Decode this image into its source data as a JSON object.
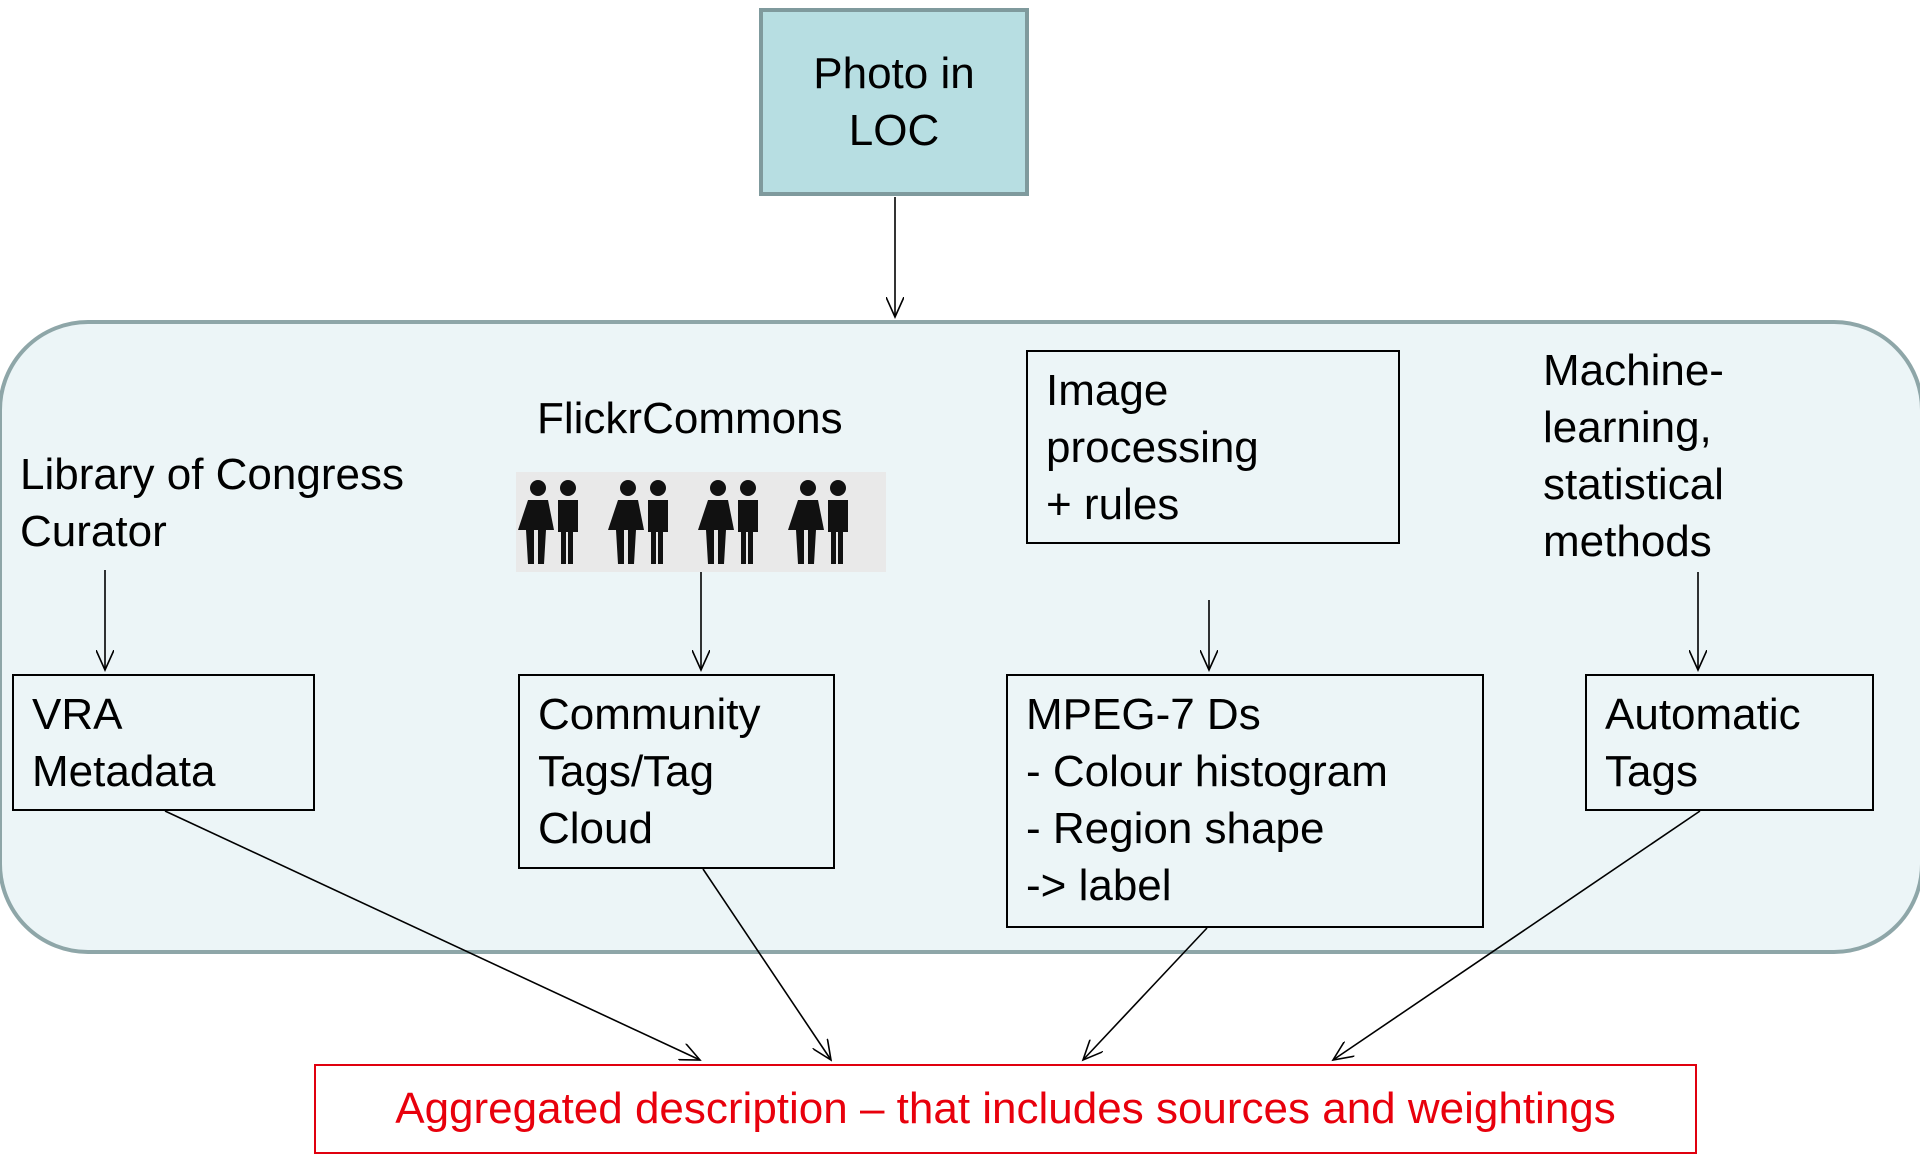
{
  "photo": {
    "label": "Photo in\nLOC"
  },
  "sources": [
    {
      "label": "Library of Congress\nCurator",
      "output": "VRA\nMetadata"
    },
    {
      "label": "FlickrCommons",
      "output": "Community\nTags/Tag\nCloud"
    },
    {
      "label": "Image\nprocessing\n+ rules",
      "output": "MPEG-7 Ds\n- Colour histogram\n- Region shape\n-> label"
    },
    {
      "label": "Machine-\nlearning,\nstatistical\nmethods",
      "output": "Automatic\nTags"
    }
  ],
  "aggregate": {
    "label": "Aggregated description – that includes sources and weightings"
  },
  "colors": {
    "photo_fill": "#b7dee2",
    "group_fill": "#ecf5f7",
    "group_border": "#8ea6a8",
    "aggregate_text": "#e8000c"
  },
  "icons": {
    "people": "people-silhouettes-icon"
  }
}
